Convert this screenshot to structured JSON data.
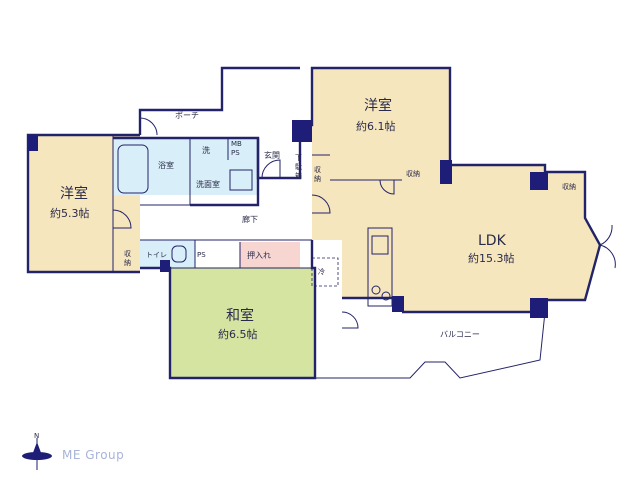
{
  "rooms": {
    "western_left": {
      "name": "洋室",
      "size": "約5.3帖"
    },
    "western_top": {
      "name": "洋室",
      "size": "約6.1帖"
    },
    "ldk": {
      "name": "LDK",
      "size": "約15.3帖"
    },
    "japanese": {
      "name": "和室",
      "size": "約6.5帖"
    }
  },
  "labels": {
    "porch": "ポーチ",
    "bath": "浴室",
    "wash": "洗",
    "washroom": "洗面室",
    "mbps": "MB\nPS",
    "entrance": "玄関",
    "shoe_box": "下駄箱",
    "storage_a": "収納",
    "storage_b": "収納",
    "storage_c": "収納",
    "storage_d": "収納",
    "hallway": "廊下",
    "toilet": "トイレ",
    "ps": "PS",
    "oshiire": "押入れ",
    "fridge": "冷",
    "balcony": "バルコニー"
  },
  "compass": {
    "north": "N"
  },
  "logo": {
    "text": "ME Group"
  },
  "colors": {
    "western": "#f6e6bd",
    "ldk": "#f6e6bd",
    "japanese": "#d6e4a2",
    "wet": "#d8eef8",
    "oshiire": "#f7d6d2",
    "wall": "#23236a"
  }
}
